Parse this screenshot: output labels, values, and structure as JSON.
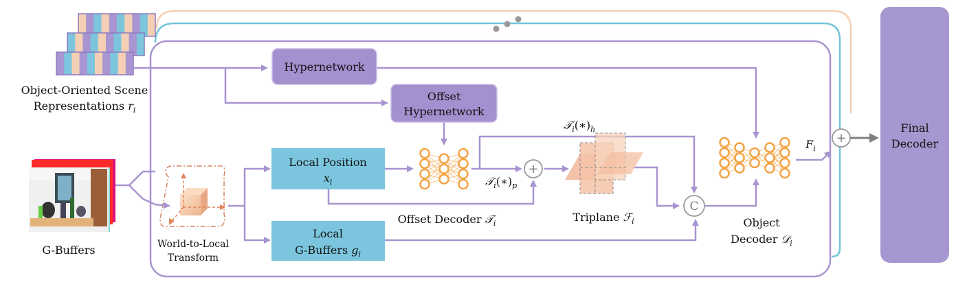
{
  "labels": {
    "scene_repr_line1": "Object-Oriented Scene",
    "scene_repr_line2": "Representations",
    "scene_repr_var": "r",
    "scene_repr_sub": "i",
    "gbuffers": "G-Buffers",
    "w2l_line1": "World-to-Local",
    "w2l_line2": "Transform",
    "hypernetwork": "Hypernetwork",
    "offset_hyper_line1": "Offset",
    "offset_hyper_line2": "Hypernetwork",
    "local_pos_line1": "Local Position",
    "local_pos_var": "x",
    "local_pos_sub": "i",
    "local_gbuf_line1": "Local",
    "local_gbuf_line2": "G-Buffers",
    "local_gbuf_var": "g",
    "local_gbuf_sub": "i",
    "offset_decoder": "Offset Decoder",
    "offset_decoder_var": "𝒯",
    "offset_decoder_sub": "i",
    "t_h_main": "𝒯",
    "t_h_rest": "(∗)",
    "t_h_i": "i",
    "t_h_sub": "h",
    "t_p_main": "𝒯",
    "t_p_rest": "(∗)",
    "t_p_i": "i",
    "t_p_sub": "p",
    "triplane": "Triplane",
    "triplane_var": "ℱ",
    "triplane_sub": "i",
    "concat_symbol": "C",
    "obj_decoder_line1": "Object",
    "obj_decoder_line2": "Decoder",
    "obj_decoder_var": "𝒟",
    "obj_decoder_sub": "i",
    "feature_var": "F",
    "feature_sub": "i",
    "plus_symbol": "+",
    "final_line1": "Final",
    "final_line2": "Decoder"
  },
  "colors": {
    "purple_line": "#a894d0",
    "purple_box": "#a48fcf",
    "final_box": "#a697d0",
    "blue_box": "#7bc6de",
    "blue_loop": "#74c3d8",
    "peach_loop": "#f5cfb2",
    "neuron": "#f2a444",
    "gray": "#9a9a9a",
    "cube": "#f6c9a6",
    "cube_dash": "#e0865a",
    "tile_purple": "#a895d1",
    "tile_blue": "#7cc5dc",
    "tile_peach": "#f4cfb5"
  },
  "icons": {
    "gbuffer_image": "rendered-scene-thumbnail",
    "network": "neural-network-icon",
    "cube": "local-cube-icon",
    "triplane": "triplane-icon"
  }
}
